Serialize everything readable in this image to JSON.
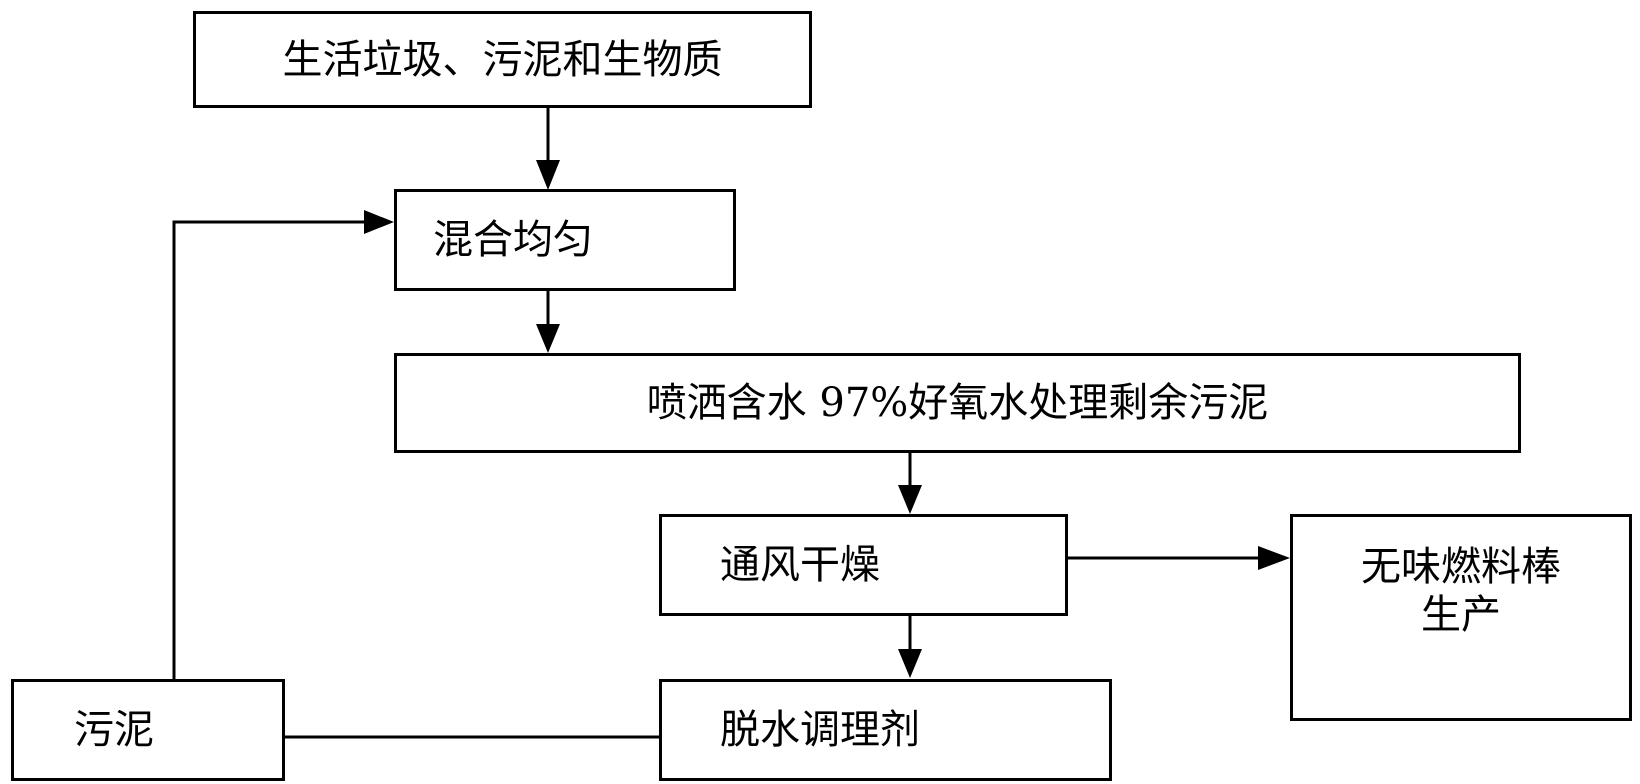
{
  "diagram": {
    "nodes": {
      "inputs": "生活垃圾、污泥和生物质",
      "mix": "混合均匀",
      "spray": "喷洒含水 97%好氧水处理剩余污泥",
      "dry": "通风干燥",
      "product_line1": "无味燃料棒",
      "product_line2": "生产",
      "sludge": "污泥",
      "conditioner": "脱水调理剂"
    },
    "line_color": "#000000"
  }
}
